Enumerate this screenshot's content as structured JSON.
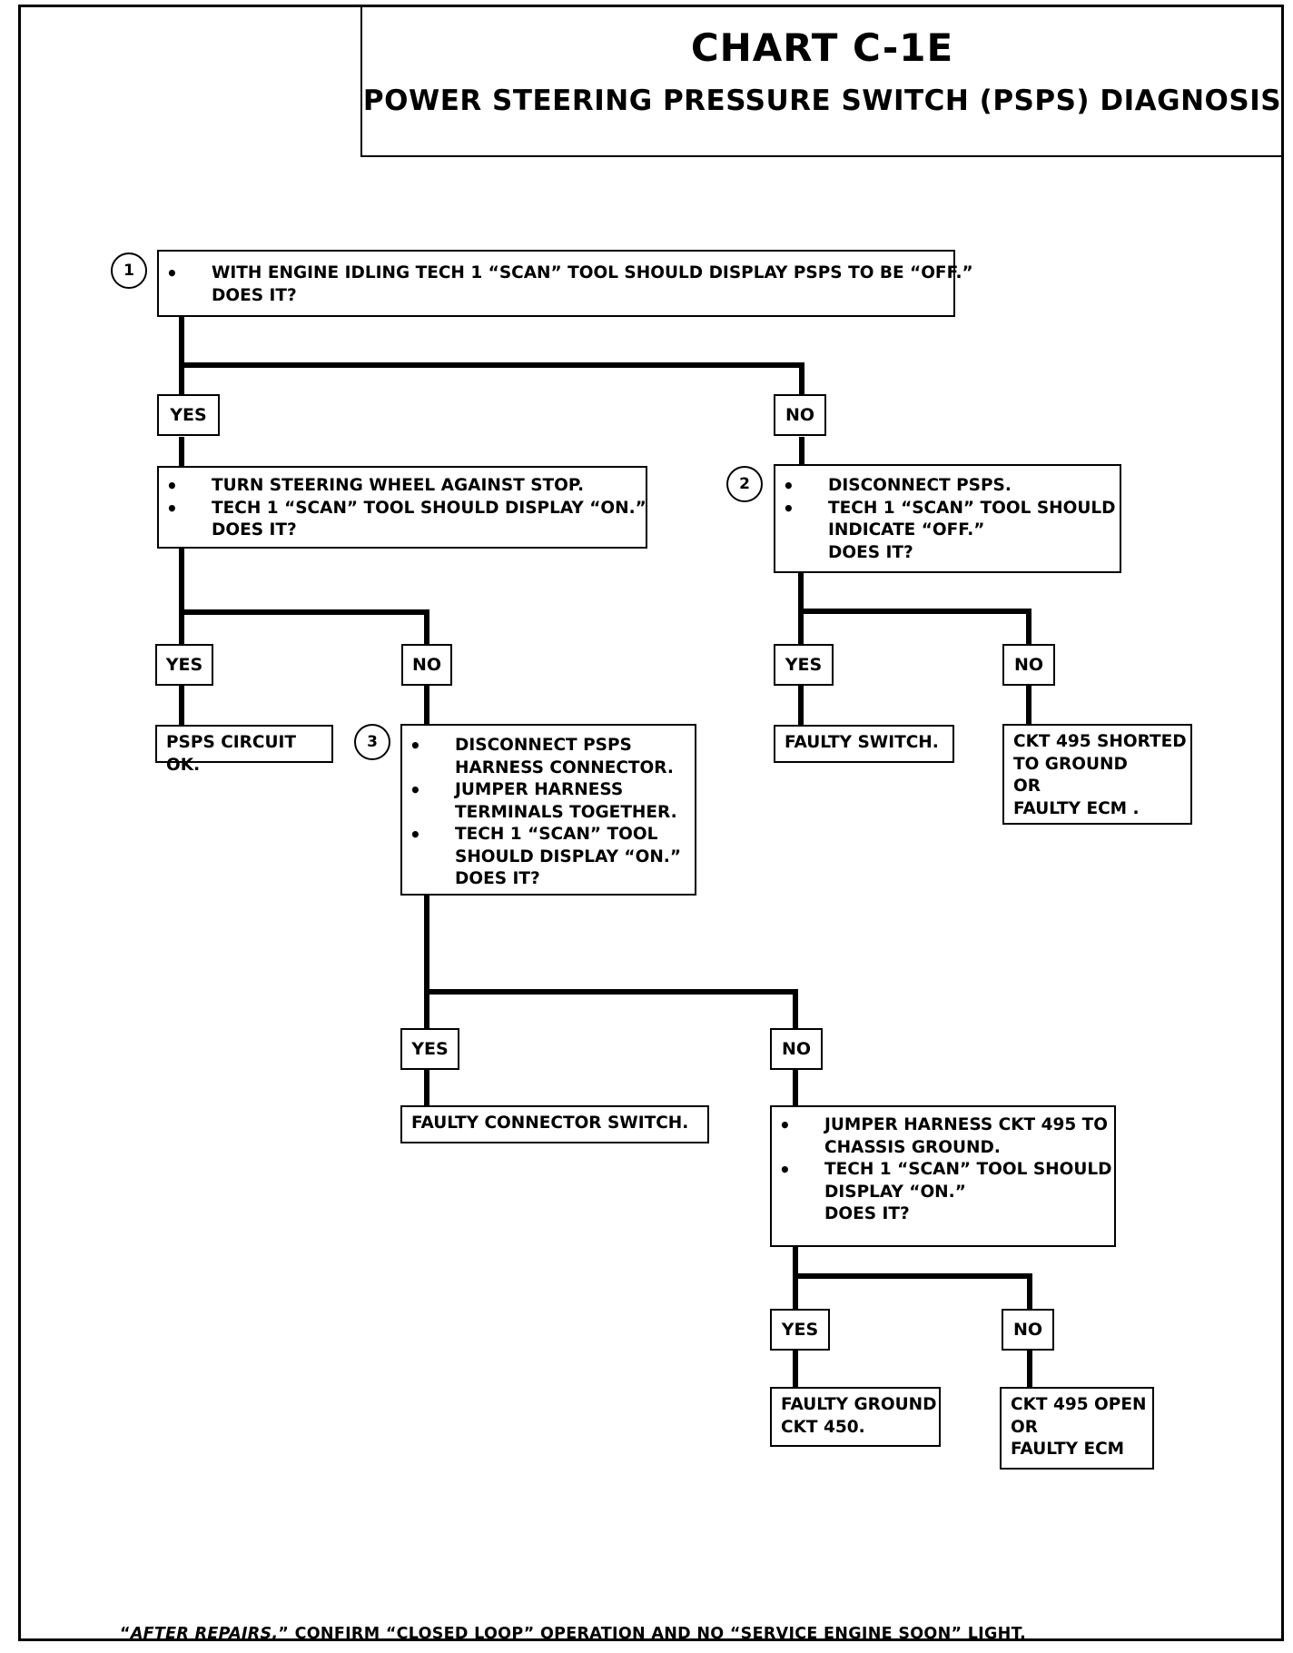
{
  "title": "CHART C-1E",
  "subtitle": "POWER STEERING PRESSURE SWITCH (PSPS) DIAGNOSIS",
  "yes": "YES",
  "no": "NO",
  "steps": {
    "s1": "1",
    "s2": "2",
    "s3": "3"
  },
  "nodes": {
    "q1": [
      "WITH ENGINE IDLING TECH 1 “SCAN” TOOL SHOULD DISPLAY PSPS TO BE “OFF.”",
      "DOES IT?"
    ],
    "q2a": [
      "TURN STEERING WHEEL AGAINST STOP."
    ],
    "q2b": [
      "TECH 1 “SCAN” TOOL SHOULD DISPLAY “ON.”",
      "DOES IT?"
    ],
    "q3a": [
      "DISCONNECT PSPS."
    ],
    "q3b": [
      "TECH 1 “SCAN” TOOL SHOULD",
      "INDICATE “OFF.”",
      "DOES IT?"
    ],
    "circuit_ok": "PSPS CIRCUIT OK.",
    "q4a": [
      "DISCONNECT PSPS",
      "HARNESS CONNECTOR."
    ],
    "q4b": [
      "JUMPER HARNESS",
      "TERMINALS TOGETHER."
    ],
    "q4c": [
      "TECH 1 “SCAN” TOOL",
      "SHOULD DISPLAY “ON.”",
      "DOES IT?"
    ],
    "faulty_switch": "FAULTY SWITCH.",
    "ckt_shorted": [
      "CKT 495 SHORTED",
      "TO GROUND",
      "OR",
      "FAULTY ECM ."
    ],
    "faulty_connector": "FAULTY CONNECTOR  SWITCH.",
    "q5a": [
      "JUMPER HARNESS CKT 495 TO",
      "CHASSIS GROUND."
    ],
    "q5b": [
      "TECH 1 “SCAN” TOOL SHOULD",
      "DISPLAY “ON.”",
      "DOES IT?"
    ],
    "faulty_ground": [
      "FAULTY GROUND",
      "CKT  450."
    ],
    "ckt_open": [
      "CKT 495 OPEN",
      "OR",
      "FAULTY ECM"
    ]
  },
  "footer": {
    "quote_open": "“",
    "emph": "AFTER REPAIRS,",
    "rest": "” CONFIRM “CLOSED LOOP” OPERATION AND NO “SERVICE ENGINE SOON” LIGHT."
  }
}
